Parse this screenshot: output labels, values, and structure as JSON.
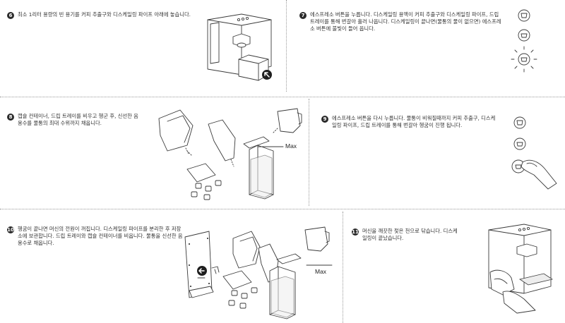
{
  "steps": [
    {
      "number": "6",
      "text": "최소 1리터 용량의 빈 용기를 커피 추출구와 디스케일링 파이프 아래에 놓습니다."
    },
    {
      "number": "7",
      "text": "에스프레소 버튼을 누릅니다. 디스케일링 용액이 커피 추출구와 디스케일링 파이프, 드립 트레이를 통해 번갈아 흘러 나옵니다. 디스케일링이 끝나면(물통의 물이 없으면) 에스프레소 버튼에 불빛이 들어 옵니다."
    },
    {
      "number": "8",
      "text": "캡슐 컨테이너, 드립 트레이를 비우고 헹군 후, 신선한 음용수를 물통의 최대 수위까지 채웁니다."
    },
    {
      "number": "9",
      "text": "에스프레소 버튼을 다시 누릅니다. 물통이 비워질때까지 커피 추출구, 디스케일링 파이프, 드립 트레이를 통해 번갈아 헹굼이 진행 됩니다."
    },
    {
      "number": "10",
      "text": "헹굼이 끝나면 머신의 전원이 꺼집니다. 디스케일링 파이프를 분리한 후 저장소에 보관합니다. 드립 트레이와 캡슐 컨테이너를 비웁니다. 물통을 신선한 음용수로 채웁니다."
    },
    {
      "number": "11",
      "text": "머신을 깨끗한 젖은 천으로 닦습니다. 디스케일링이 끝났습니다."
    }
  ],
  "labels": {
    "max_step8": "Max",
    "max_step10": "Max"
  },
  "icons": {
    "button_top": "cup-large-icon",
    "button_mid": "cup-espresso-icon",
    "button_lit": "espresso-lit-icon"
  }
}
